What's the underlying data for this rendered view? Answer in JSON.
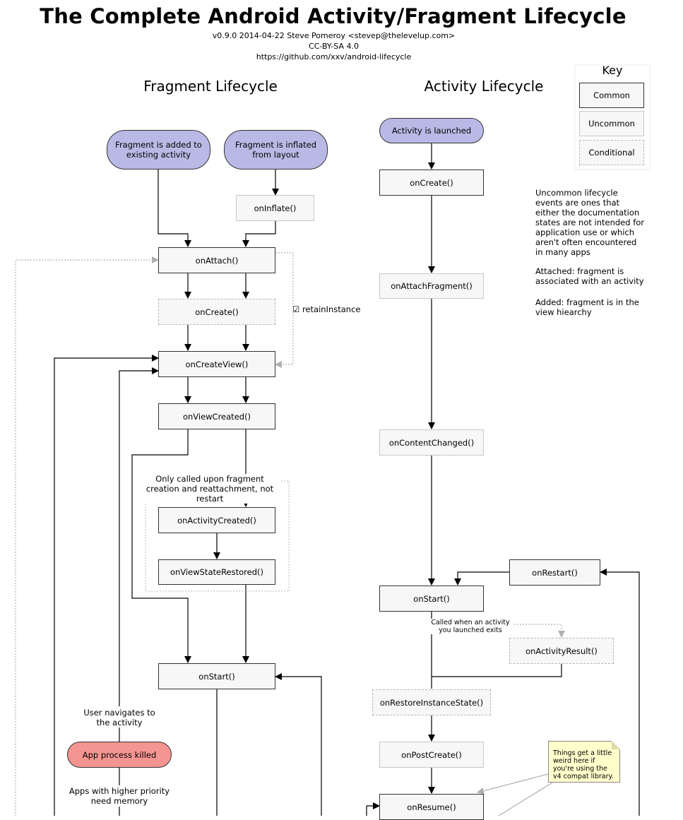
{
  "header": {
    "title": "The Complete Android Activity/Fragment Lifecycle",
    "meta": "v0.9.0 2014-04-22 Steve Pomeroy <stevep@thelevelup.com>",
    "license": "CC-BY-SA 4.0",
    "url": "https://github.com/xxv/android-lifecycle"
  },
  "sections": {
    "fragment": "Fragment Lifecycle",
    "activity": "Activity Lifecycle"
  },
  "key": {
    "title": "Key",
    "common": "Common",
    "uncommon": "Uncommon",
    "conditional": "Conditional"
  },
  "notes": {
    "uncommon_def": "Uncommon lifecycle events are ones that either the documentation states are not intended for application use or which aren't often encountered in many apps",
    "attached_def": "Attached: fragment is associated with an activity",
    "added_def": "Added: fragment is in the view hiearchy",
    "sticky": "Things get a little weird here if you're using the v4 compat library."
  },
  "fragment": {
    "added_pill": "Fragment is added to existing activity",
    "inflated_pill": "Fragment is inflated from layout",
    "on_inflate": "onInflate()",
    "on_attach": "onAttach()",
    "on_create": "onCreate()",
    "retain_instance": "☑ retainInstance",
    "on_create_view": "onCreateView()",
    "on_view_created": "onViewCreated()",
    "only_called_note": "Only called upon fragment creation and reattachment, not restart",
    "on_activity_created": "onActivityCreated()",
    "on_view_state_restored": "onViewStateRestored()",
    "on_start": "onStart()",
    "user_navigates": "User navigates to the activity",
    "app_process_killed": "App process killed",
    "apps_higher_priority": "Apps with higher priority need memory"
  },
  "activity": {
    "launched_pill": "Activity is launched",
    "on_create": "onCreate()",
    "on_attach_fragment": "onAttachFragment()",
    "on_content_changed": "onContentChanged()",
    "on_restart": "onRestart()",
    "on_start": "onStart()",
    "called_when_note": "Called when an activity you launched exits",
    "on_activity_result": "onActivityResult()",
    "on_restore_instance_state": "onRestoreInstanceState()",
    "on_post_create": "onPostCreate()",
    "on_resume": "onResume()"
  },
  "colors": {
    "pill_blue": "#b9b9e6",
    "pill_red": "#f49591",
    "box_fill": "#f7f7f7",
    "note_yellow": "#ffffcc"
  }
}
